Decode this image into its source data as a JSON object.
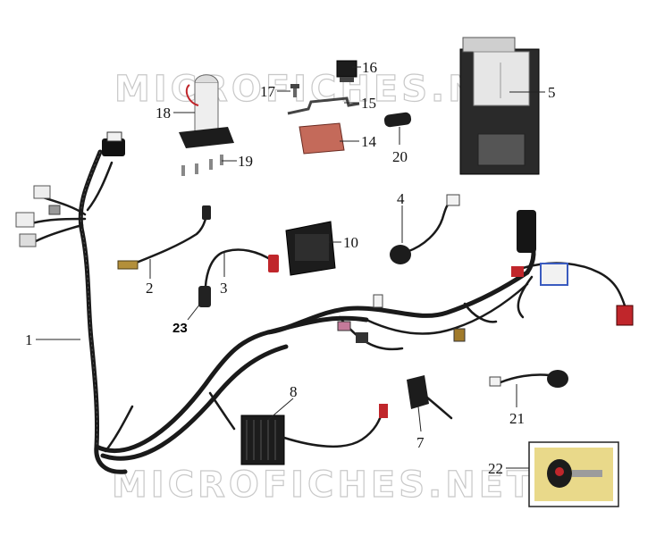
{
  "watermark": {
    "top": "MICROFICHES.NET",
    "bottom": "MICROFICHES.NET"
  },
  "callouts": {
    "c1": "1",
    "c2": "2",
    "c3": "3",
    "c4": "4",
    "c5": "5",
    "c7": "7",
    "c8": "8",
    "c10": "10",
    "c14": "14",
    "c15": "15",
    "c16": "16",
    "c17": "17",
    "c18": "18",
    "c19": "19",
    "c20": "20",
    "c21": "21",
    "c22": "22",
    "c23": "23"
  },
  "colors": {
    "wire": "#1a1a1a",
    "battery_body": "#2a2a2a",
    "relay_pad": "#c46a5a",
    "connector_red": "#c0262b",
    "connector_white": "#e8e8e8",
    "connector_blue": "#3a5bbf",
    "inset_bg": "#e9d98a"
  }
}
